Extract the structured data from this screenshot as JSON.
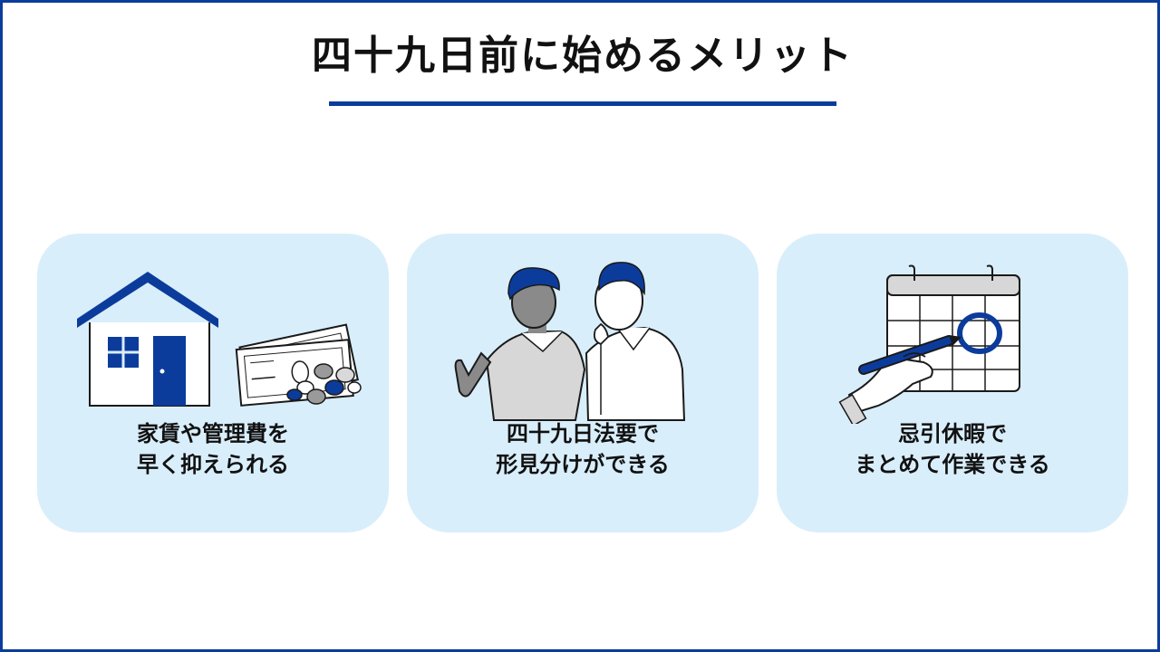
{
  "title": "四十九日前に始めるメリット",
  "colors": {
    "accent": "#0b3c9c",
    "card_bg": "#d9eefb",
    "text": "#111111"
  },
  "cards": [
    {
      "icon": "house-and-money-icon",
      "lines": [
        "家賃や管理費を",
        "早く抑えられる"
      ]
    },
    {
      "icon": "two-people-talking-icon",
      "lines": [
        "四十九日法要で",
        "形見分けができる"
      ]
    },
    {
      "icon": "calendar-with-pen-icon",
      "lines": [
        "忌引休暇で",
        "まとめて作業できる"
      ]
    }
  ]
}
